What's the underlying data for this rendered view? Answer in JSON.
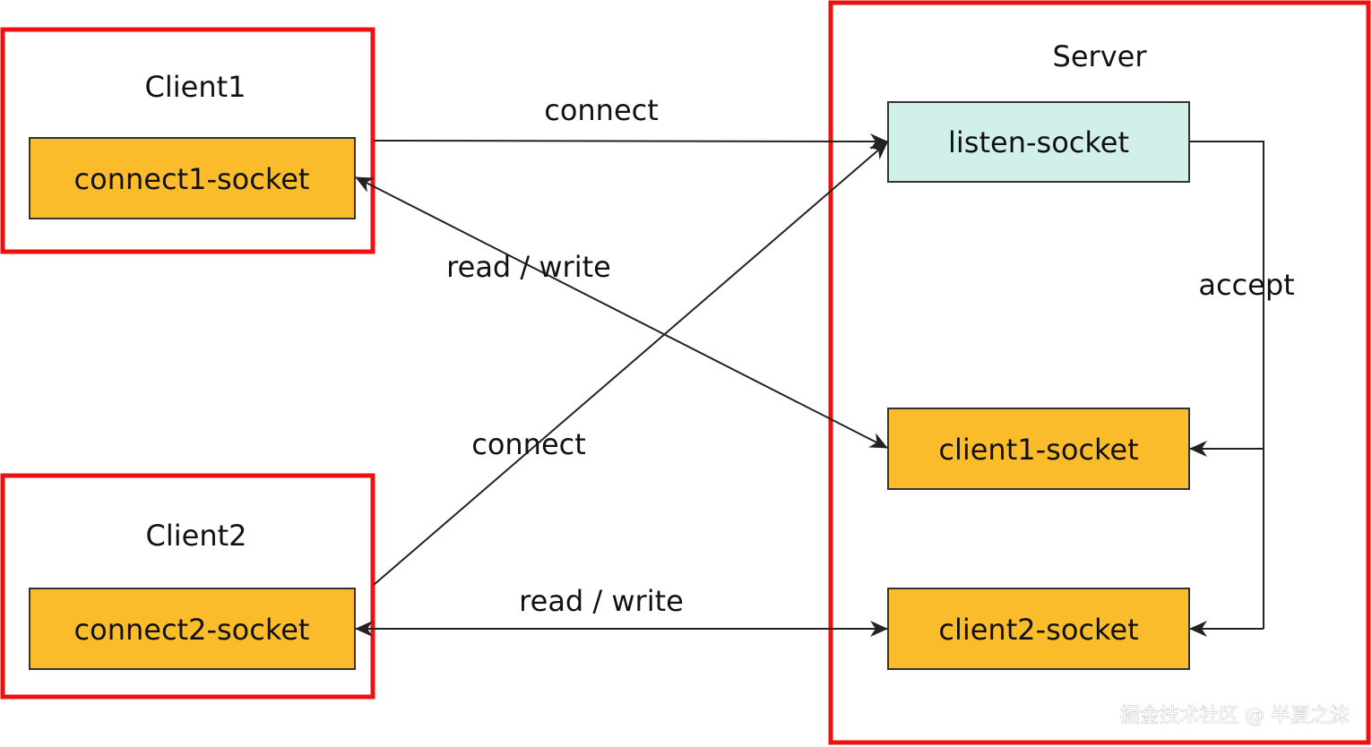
{
  "diagram": {
    "frames": {
      "client1": {
        "title": "Client1",
        "border_color": "#ee1111"
      },
      "client2": {
        "title": "Client2",
        "border_color": "#ee1111"
      },
      "server": {
        "title": "Server",
        "border_color": "#ee1111"
      }
    },
    "nodes": {
      "connect1_socket": {
        "label": "connect1-socket",
        "fill": "#fbbc2c"
      },
      "connect2_socket": {
        "label": "connect2-socket",
        "fill": "#fbbc2c"
      },
      "listen_socket": {
        "label": "listen-socket",
        "fill": "#d2f0ea"
      },
      "client1_socket": {
        "label": "client1-socket",
        "fill": "#fbbc2c"
      },
      "client2_socket": {
        "label": "client2-socket",
        "fill": "#fbbc2c"
      }
    },
    "edges": {
      "client1_connect": {
        "label": "connect",
        "from": "connect1-socket",
        "to": "listen-socket",
        "direction": "one-way"
      },
      "client2_connect": {
        "label": "connect",
        "from": "connect2-socket",
        "to": "listen-socket",
        "direction": "one-way"
      },
      "client1_rw": {
        "label": "read / write",
        "from": "connect1-socket",
        "to": "client1-socket",
        "direction": "two-way"
      },
      "client2_rw": {
        "label": "read / write",
        "from": "connect2-socket",
        "to": "client2-socket",
        "direction": "two-way"
      },
      "accept": {
        "label": "accept",
        "from": "listen-socket",
        "to": [
          "client1-socket",
          "client2-socket"
        ],
        "direction": "one-way"
      }
    }
  },
  "watermark": "掘金技术社区 @ 半夏之沫"
}
